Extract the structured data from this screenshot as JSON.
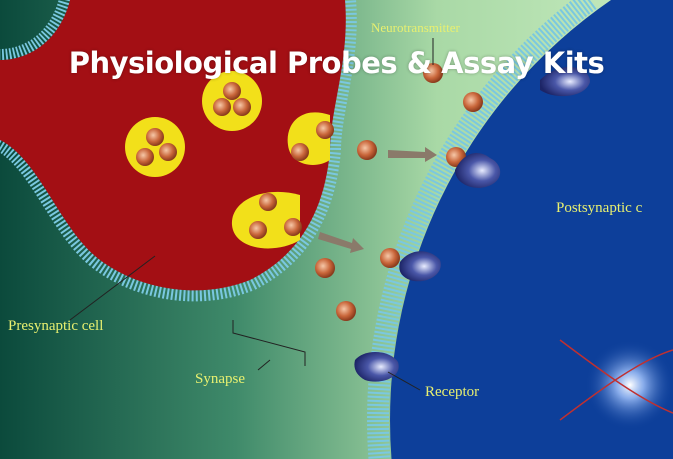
{
  "title": "Physiological Probes & Assay Kits",
  "labels": {
    "neurotransmitter": "Neurotransmitter",
    "postsynaptic": "Postsynaptic c",
    "presynaptic": "Presynaptic cell",
    "synapse": "Synapse",
    "receptor": "Receptor"
  },
  "colors": {
    "presynaptic": "#a30f14",
    "postsynaptic": "#0d3f9a",
    "vesicle": "#f2e01a",
    "molecule": "#c9663a",
    "label": "#e8f070"
  }
}
